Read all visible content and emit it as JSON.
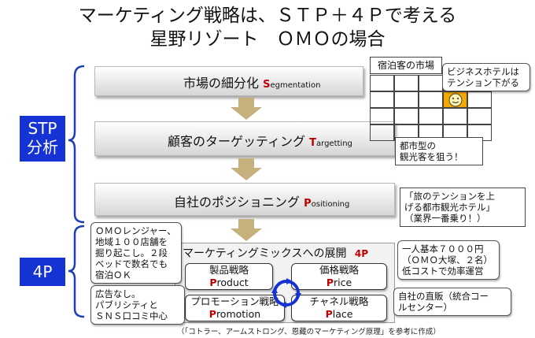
{
  "title": {
    "line1": "マーケティング戦略は、ＳＴＰ＋４Ｐで考える",
    "line2": "星野リゾート　ＯＭＯの場合"
  },
  "groups": {
    "stp": {
      "line1": "STP",
      "line2": "分析"
    },
    "fourp": {
      "label": "4P"
    }
  },
  "steps": [
    {
      "jp": "市場の細分化",
      "initial": "S",
      "rest": "egmentation"
    },
    {
      "jp": "顧客のターゲッティング",
      "initial": "T",
      "rest": "argetting"
    },
    {
      "jp": "自社のポジショニング",
      "initial": "P",
      "rest": "ositioning"
    }
  ],
  "mix": {
    "jp": "マーケティングミックスへの展開",
    "tag": "4P",
    "items": [
      {
        "jp": "製品戦略",
        "initial": "P",
        "rest": "roduct"
      },
      {
        "jp": "価格戦略",
        "initial": "P",
        "rest": "rice"
      },
      {
        "jp": "プロモーション戦略",
        "initial": "P",
        "rest": "romotion"
      },
      {
        "jp": "チャネル戦略",
        "initial": "P",
        "rest": "lace"
      }
    ]
  },
  "market_grid": {
    "title": "宿泊客の市場",
    "callout": [
      "ビジネスホテルは",
      "テンション下がる"
    ]
  },
  "notes": {
    "target": [
      "都市型の",
      "観光客を狙う！"
    ],
    "position": [
      "「旅のテンションを上",
      "げる都市観光ホテル」",
      "（業界一番乗り！）"
    ],
    "product": [
      "ＯＭＯレンジャー、",
      "地域１００店舗を",
      "掘り起こし。２段",
      "ベッドで数名でも",
      "宿泊ＯＫ"
    ],
    "promotion": [
      "広告なし。",
      "パブリシティと",
      "ＳＮＳ口コミ中心"
    ],
    "price": [
      "一人基本７０００円",
      "（ＯＭＯ大塚、２名）",
      "低コストで効率運営"
    ],
    "place": [
      "自社の直販（統合コー",
      "ルセンター）"
    ]
  },
  "footer": "（「コトラー、アームストロング、恩藏のマーケティング原理」を参考に作成）",
  "colors": {
    "accent_blue": "#1532d4",
    "red_initial": "#c00000",
    "highlight_cell": "#f5a800",
    "arrow_tan": "#c6b17e"
  }
}
